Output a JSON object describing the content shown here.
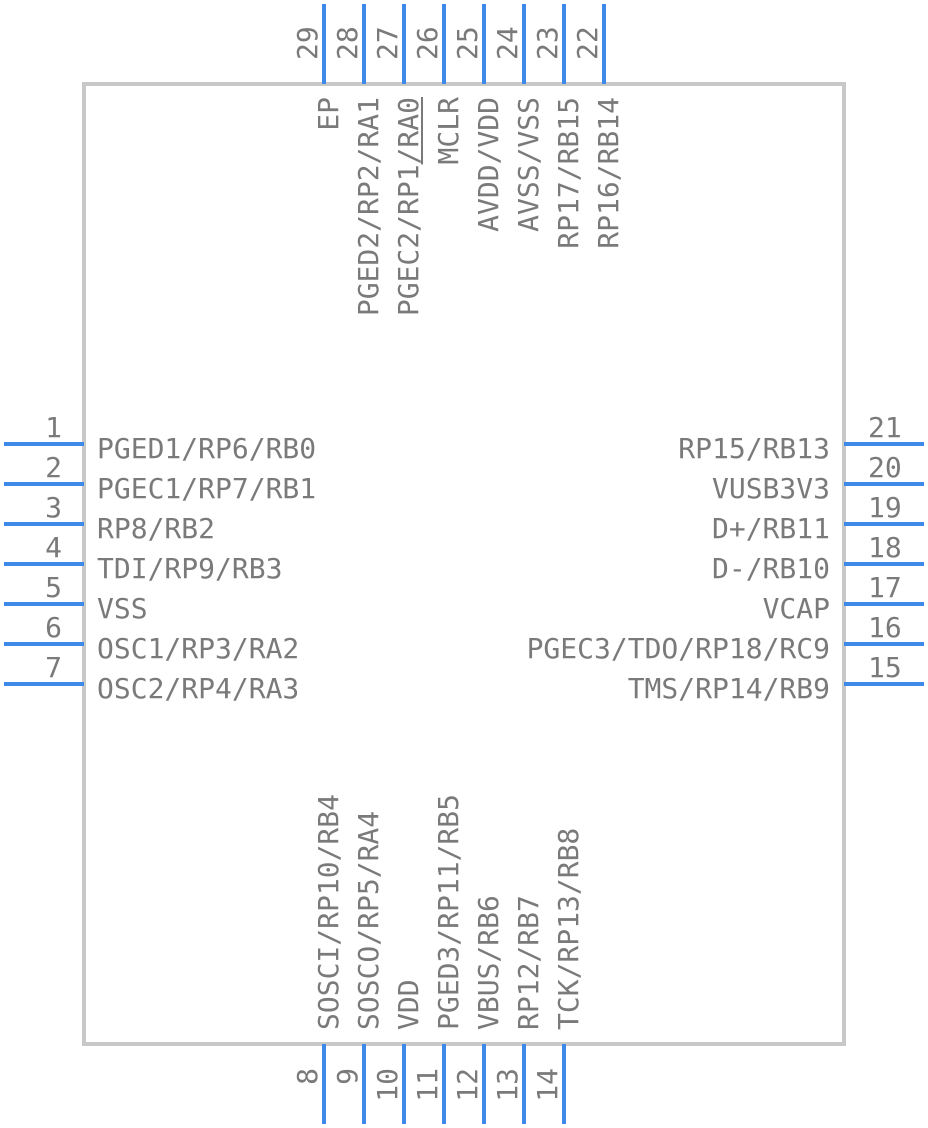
{
  "ic": {
    "left_pins": [
      {
        "number": "1",
        "label": "PGED1/RP6/RB0"
      },
      {
        "number": "2",
        "label": "PGEC1/RP7/RB1"
      },
      {
        "number": "3",
        "label": "RP8/RB2"
      },
      {
        "number": "4",
        "label": "TDI/RP9/RB3"
      },
      {
        "number": "5",
        "label": "VSS"
      },
      {
        "number": "6",
        "label": "OSC1/RP3/RA2"
      },
      {
        "number": "7",
        "label": "OSC2/RP4/RA3"
      }
    ],
    "right_pins": [
      {
        "number": "21",
        "label": "RP15/RB13"
      },
      {
        "number": "20",
        "label": "VUSB3V3"
      },
      {
        "number": "19",
        "label": "D+/RB11"
      },
      {
        "number": "18",
        "label": "D-/RB10"
      },
      {
        "number": "17",
        "label": "VCAP"
      },
      {
        "number": "16",
        "label": "PGEC3/TDO/RP18/RC9"
      },
      {
        "number": "15",
        "label": "TMS/RP14/RB9"
      }
    ],
    "top_pins": [
      {
        "number": "29",
        "label": "EP"
      },
      {
        "number": "28",
        "label": "PGED2/RP2/RA1"
      },
      {
        "number": "27",
        "label": "PGEC2/RP1/RA0"
      },
      {
        "number": "26",
        "label": "MCLR",
        "overbar": true
      },
      {
        "number": "25",
        "label": "AVDD/VDD"
      },
      {
        "number": "24",
        "label": "AVSS/VSS"
      },
      {
        "number": "23",
        "label": "RP17/RB15"
      },
      {
        "number": "22",
        "label": "RP16/RB14"
      }
    ],
    "bottom_pins": [
      {
        "number": "8",
        "label": "SOSCI/RP10/RB4"
      },
      {
        "number": "9",
        "label": "SOSCO/RP5/RA4"
      },
      {
        "number": "10",
        "label": "VDD"
      },
      {
        "number": "11",
        "label": "PGED3/RP11/RB5"
      },
      {
        "number": "12",
        "label": "VBUS/RB6"
      },
      {
        "number": "13",
        "label": "RP12/RB7"
      },
      {
        "number": "14",
        "label": "TCK/RP13/RB8"
      }
    ]
  },
  "colors": {
    "pin": "#3f8ae8",
    "outline": "#c8c8c8",
    "text": "#7a7a7a"
  }
}
